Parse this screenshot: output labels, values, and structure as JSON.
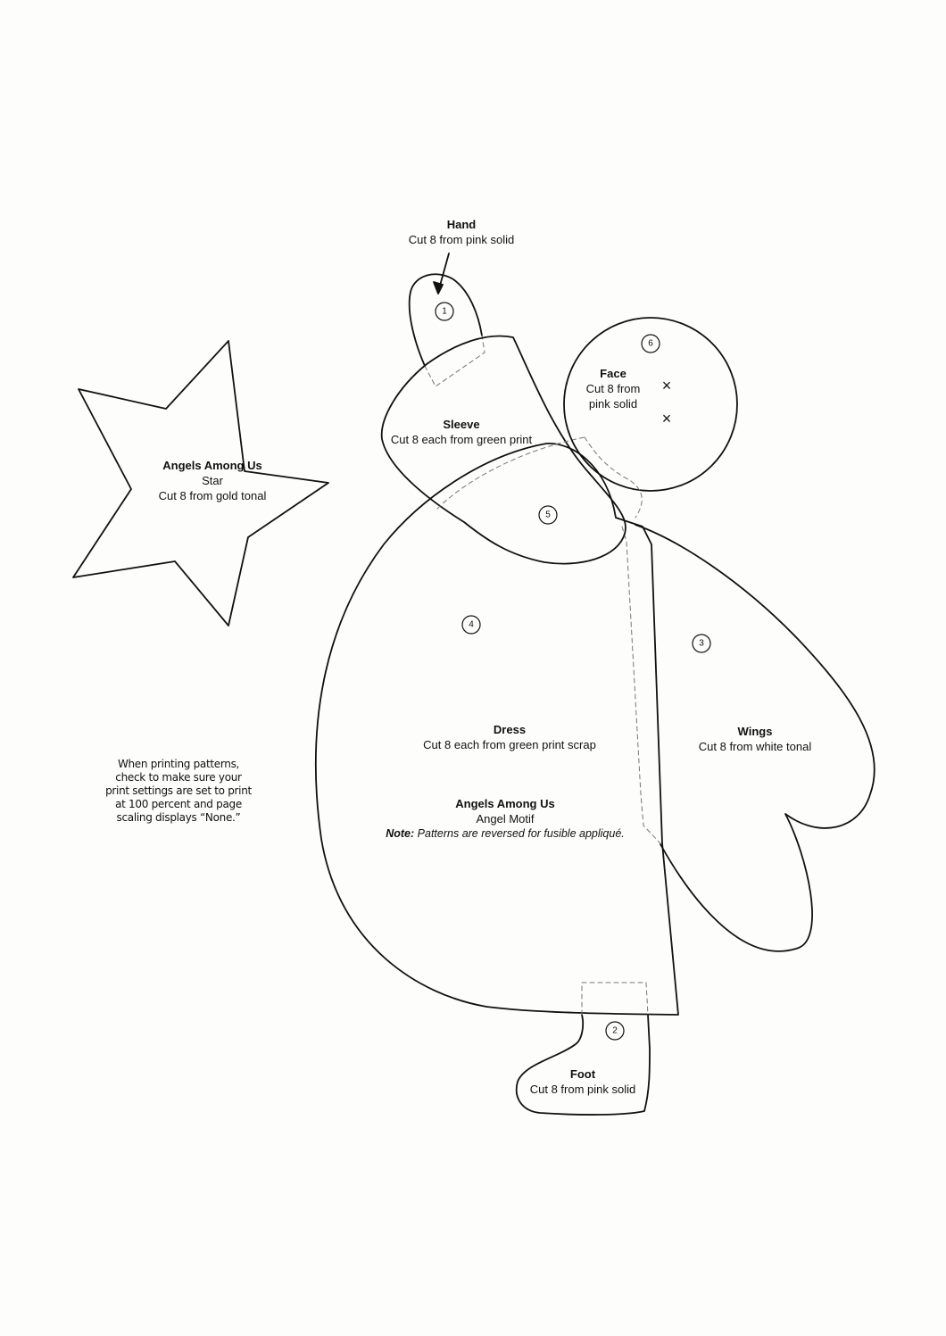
{
  "pieces": {
    "hand": {
      "title": "Hand",
      "cut": "Cut 8 from pink solid",
      "number": "1"
    },
    "foot": {
      "title": "Foot",
      "cut": "Cut 8 from pink solid",
      "number": "2"
    },
    "wings": {
      "title": "Wings",
      "cut": "Cut 8 from white tonal",
      "number": "3"
    },
    "dress": {
      "title": "Dress",
      "cut": "Cut 8 each from green print scrap",
      "number": "4"
    },
    "sleeve": {
      "title": "Sleeve",
      "cut": "Cut 8 each from green print",
      "number": "5"
    },
    "face": {
      "title": "Face",
      "cut_line1": "Cut 8 from",
      "cut_line2": "pink solid",
      "number": "6",
      "eye_mark": "×"
    },
    "star": {
      "project": "Angels Among Us",
      "title": "Star",
      "cut": "Cut 8 from gold tonal"
    }
  },
  "motif": {
    "project": "Angels Among Us",
    "name": "Angel Motif",
    "note_label": "Note:",
    "note_text": "Patterns are reversed for fusible appliqué."
  },
  "print_note": {
    "line1": "When printing patterns,",
    "line2": "check to make sure your",
    "line3": "print settings are set to print",
    "line4": "at 100 percent and page",
    "line5": "scaling displays “None.”"
  }
}
